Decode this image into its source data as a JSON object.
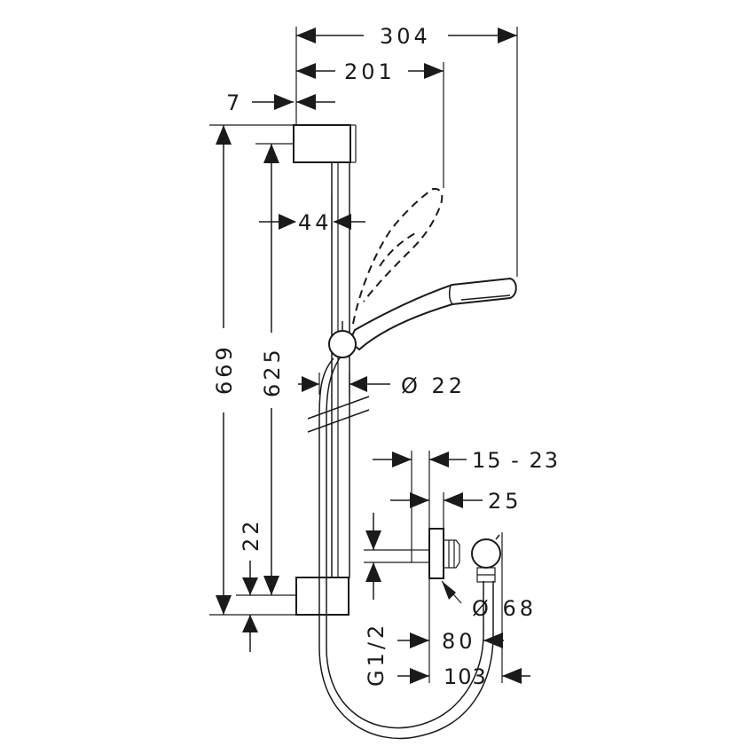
{
  "dimensions": {
    "width_304": "304",
    "width_201": "201",
    "offset_7": "7",
    "rail_44": "44",
    "height_669": "669",
    "height_625": "625",
    "diameter_22": "Ø 22",
    "height_22": "22",
    "wall_15_23": "15 - 23",
    "depth_25": "25",
    "diameter_68": "Ø 68",
    "thread_g12": "G1/2",
    "depth_80": "80",
    "depth_103": "103"
  },
  "colors": {
    "line": "#1a1a1a",
    "background": "#ffffff"
  }
}
